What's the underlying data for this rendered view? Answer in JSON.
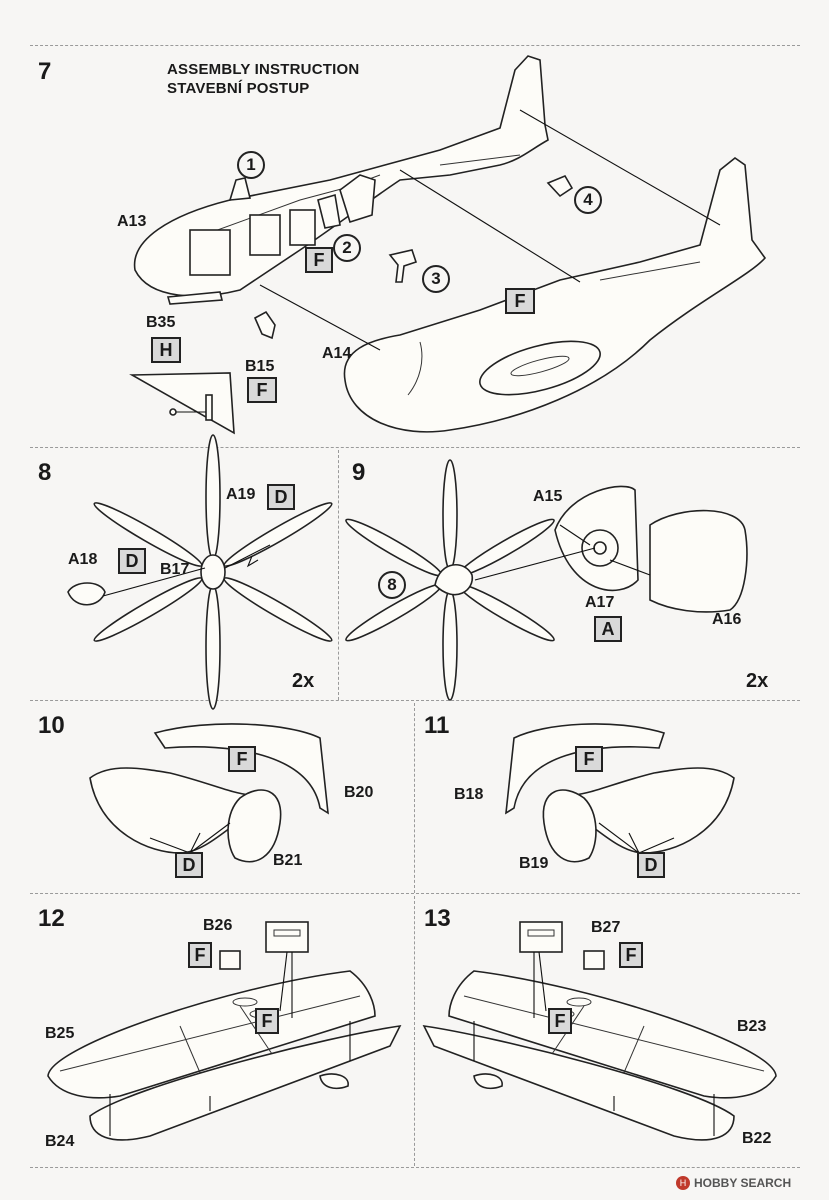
{
  "page": {
    "title_line1": "ASSEMBLY INSTRUCTION",
    "title_line2": "STAVEBNÍ POSTUP"
  },
  "steps": {
    "s7": {
      "number": "7",
      "labels": {
        "a13": "A13",
        "b35": "B35",
        "b15": "B15",
        "a14": "A14"
      },
      "boxes": {
        "h": "H",
        "f1": "F",
        "f2": "F",
        "f3": "F"
      },
      "circles": {
        "c1": "1",
        "c2": "2",
        "c3": "3",
        "c4": "4"
      }
    },
    "s8": {
      "number": "8",
      "labels": {
        "a19": "A19",
        "a18": "A18",
        "b17": "B17"
      },
      "boxes": {
        "d1": "D",
        "d2": "D"
      },
      "multiplier": "2x"
    },
    "s9": {
      "number": "9",
      "labels": {
        "a15": "A15",
        "a17": "A17",
        "a16": "A16"
      },
      "boxes": {
        "a": "A"
      },
      "circles": {
        "c8": "8"
      },
      "multiplier": "2x"
    },
    "s10": {
      "number": "10",
      "labels": {
        "b20": "B20",
        "b21": "B21"
      },
      "boxes": {
        "f": "F",
        "d": "D"
      }
    },
    "s11": {
      "number": "11",
      "labels": {
        "b18": "B18",
        "b19": "B19"
      },
      "boxes": {
        "f": "F",
        "d": "D"
      }
    },
    "s12": {
      "number": "12",
      "labels": {
        "b26": "B26",
        "b25": "B25",
        "b24": "B24"
      },
      "boxes": {
        "f1": "F",
        "f2": "F"
      }
    },
    "s13": {
      "number": "13",
      "labels": {
        "b27": "B27",
        "b23": "B23",
        "b22": "B22"
      },
      "boxes": {
        "f1": "F",
        "f2": "F"
      }
    }
  },
  "watermark": {
    "text": "HOBBY SEARCH",
    "icon": "hobby-search-logo-icon"
  }
}
